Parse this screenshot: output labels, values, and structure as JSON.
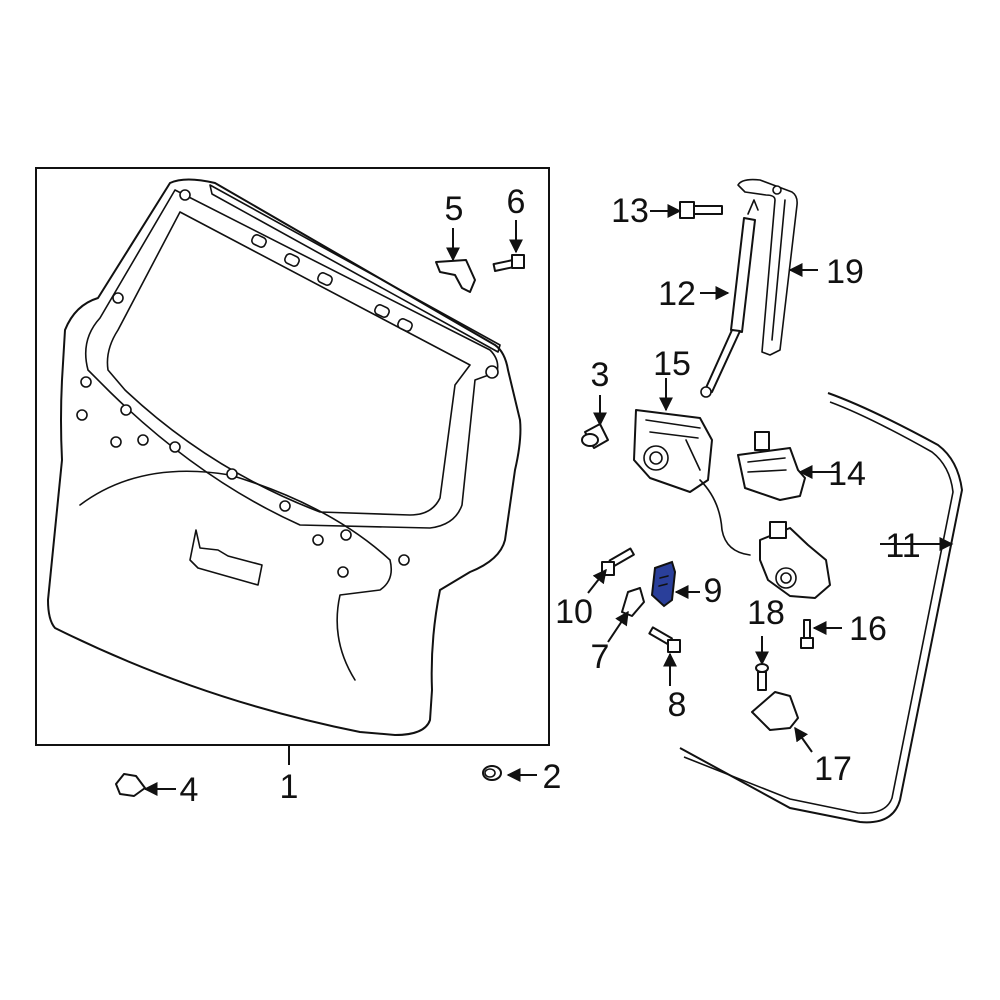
{
  "diagram": {
    "colors": {
      "line": "#111111",
      "background": "#ffffff",
      "highlight": "#2a3f9a"
    },
    "highlighted_part": "9",
    "callouts": {
      "c1": "1",
      "c2": "2",
      "c3": "3",
      "c4": "4",
      "c5": "5",
      "c6": "6",
      "c7": "7",
      "c8": "8",
      "c9": "9",
      "c10": "10",
      "c11": "11",
      "c12": "12",
      "c13": "13",
      "c14": "14",
      "c15": "15",
      "c16": "16",
      "c17": "17",
      "c18": "18",
      "c19": "19"
    }
  }
}
